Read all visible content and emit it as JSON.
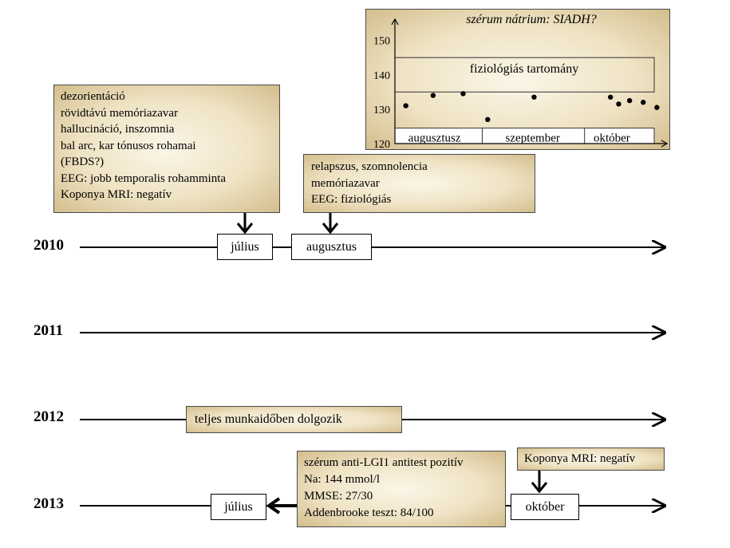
{
  "years": [
    "2010",
    "2011",
    "2012",
    "2013"
  ],
  "box_2010_july": {
    "lines": [
      "dezorientáció",
      "rövidtávú memóriazavar",
      "hallucináció,  inszomnia",
      "bal arc, kar tónusos rohamai",
      "(FBDS?)",
      "EEG: jobb temporalis rohamminta",
      "Koponya MRI: negatív"
    ]
  },
  "box_2010_august": {
    "lines": [
      "relapszus, szomnolencia",
      "memóriazavar",
      "EEG: fiziológiás"
    ]
  },
  "months_2010": {
    "july": "július",
    "august": "augusztus"
  },
  "box_2012": {
    "text": "teljes munkaidőben dolgozik"
  },
  "box_2013_info": {
    "lines": [
      "szérum anti-LGI1 antitest pozitív",
      "Na: 144 mmol/l",
      "MMSE: 27/30",
      "Addenbrooke teszt: 84/100"
    ]
  },
  "box_2013_mri": {
    "text": "Koponya MRI: negatív"
  },
  "months_2013": {
    "july": "július",
    "october": "október"
  },
  "chart_data": {
    "type": "scatter",
    "title": "szérum nátrium: SIADH?",
    "ylim": [
      120,
      152
    ],
    "yticks": [
      120,
      130,
      140,
      150
    ],
    "band": {
      "label": "fiziológiás tartomány",
      "from": 135,
      "to": 145
    },
    "months": [
      "augusztusz",
      "szeptember",
      "október"
    ],
    "points": [
      {
        "x": 0.04,
        "y": 131
      },
      {
        "x": 0.14,
        "y": 134
      },
      {
        "x": 0.25,
        "y": 134.5
      },
      {
        "x": 0.34,
        "y": 127
      },
      {
        "x": 0.51,
        "y": 133.5
      },
      {
        "x": 0.79,
        "y": 133.5
      },
      {
        "x": 0.82,
        "y": 131.5
      },
      {
        "x": 0.86,
        "y": 132.5
      },
      {
        "x": 0.91,
        "y": 132
      },
      {
        "x": 0.96,
        "y": 130.5
      }
    ]
  }
}
